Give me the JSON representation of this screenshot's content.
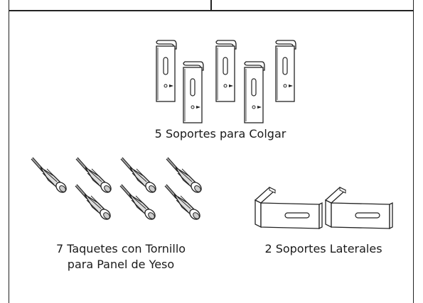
{
  "groups": {
    "hanging_brackets": {
      "label": "5 Soportes para Colgar",
      "count": 5
    },
    "anchors": {
      "label_line1": "7 Taquetes con Tornillo",
      "label_line2": "para Panel de Yeso",
      "count": 7
    },
    "side_brackets": {
      "label": "2 Soportes Laterales",
      "count": 2
    }
  }
}
